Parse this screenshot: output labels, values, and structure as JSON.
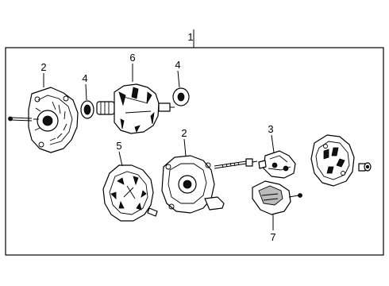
{
  "callouts": {
    "c1": "1",
    "c2a": "2",
    "c4a": "4",
    "c6": "6",
    "c4b": "4",
    "c2b": "2",
    "c3": "3",
    "c5": "5",
    "c7": "7"
  }
}
